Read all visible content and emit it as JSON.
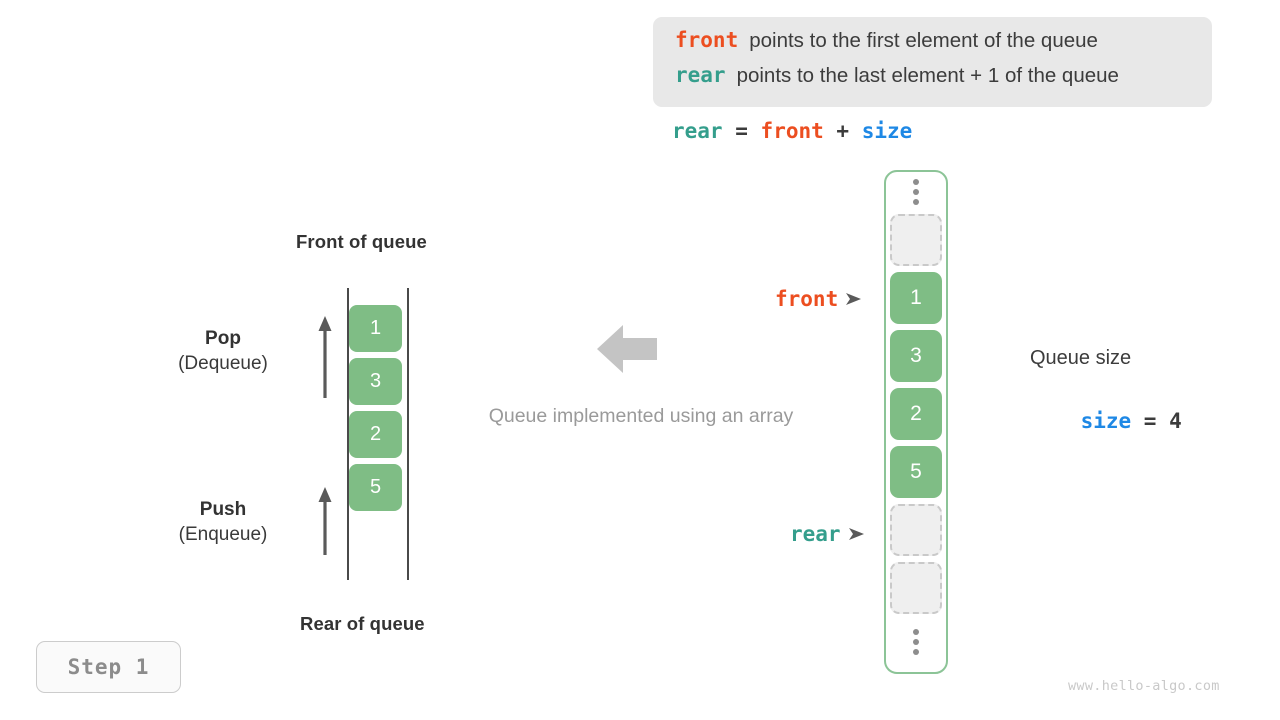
{
  "legend": {
    "lines": [
      {
        "keyword": "front",
        "keyword_color": "#ec4e20",
        "text": "points to the first element of the queue"
      },
      {
        "keyword": "rear",
        "keyword_color": "#349e8c",
        "text": "points to the last element + 1 of the queue"
      }
    ],
    "background": "#e8e8e8"
  },
  "formula": {
    "lhs": "rear",
    "eq": "=",
    "rhs1": "front",
    "plus": "+",
    "rhs2": "size"
  },
  "left_diagram": {
    "top_label": "Front of queue",
    "bottom_label": "Rear of queue",
    "cells": [
      "1",
      "3",
      "2",
      "5"
    ],
    "pop": {
      "title": "Pop",
      "subtitle": "(Dequeue)"
    },
    "push": {
      "title": "Push",
      "subtitle": "(Enqueue)"
    }
  },
  "center": {
    "caption": "Queue implemented using an array",
    "arrow_direction": "left",
    "arrow_color": "#c4c4c4"
  },
  "array": {
    "slots": [
      {
        "type": "dots",
        "value": ""
      },
      {
        "type": "empty",
        "value": ""
      },
      {
        "type": "filled",
        "value": "1"
      },
      {
        "type": "filled",
        "value": "3"
      },
      {
        "type": "filled",
        "value": "2"
      },
      {
        "type": "filled",
        "value": "5"
      },
      {
        "type": "empty",
        "value": ""
      },
      {
        "type": "empty",
        "value": ""
      },
      {
        "type": "dots",
        "value": ""
      }
    ],
    "border_color": "#8cc497",
    "filled_color": "#7fbd85",
    "empty_color": "#efefef"
  },
  "pointers": {
    "front": {
      "label": "front",
      "color": "#ec4e20"
    },
    "rear": {
      "label": "rear",
      "color": "#349e8c"
    }
  },
  "queue_size": {
    "title": "Queue size",
    "var": "size",
    "eq": " = ",
    "value": "4",
    "var_color": "#1e88e5"
  },
  "step_badge": {
    "label": "Step 1"
  },
  "watermark": {
    "text": "www.hello-algo.com"
  }
}
